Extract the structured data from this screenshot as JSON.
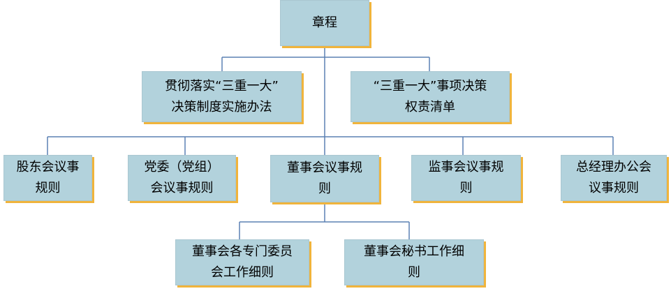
{
  "diagram": {
    "root": {
      "line1": "章程"
    },
    "level1": [
      {
        "line1": "贯彻落实“三重一大”",
        "line2": "决策制度实施办法"
      },
      {
        "line1": "“三重一大”事项决策",
        "line2": "权责清单"
      }
    ],
    "level2": [
      {
        "line1": "股东会议事",
        "line2": "规则"
      },
      {
        "line1": "党委（党组）",
        "line2": "会议事规则"
      },
      {
        "line1": "董事会议事规",
        "line2": "则"
      },
      {
        "line1": "监事会议事规",
        "line2": "则"
      },
      {
        "line1": "总经理办公会",
        "line2": "议事规则"
      }
    ],
    "level3": [
      {
        "line1": "董事会各专门委员",
        "line2": "会工作细则"
      },
      {
        "line1": "董事会秘书工作细",
        "line2": "则"
      }
    ]
  },
  "colors": {
    "box_fill": "#b2d2dc",
    "box_shadow": "#f0b43c",
    "connector": "#5b80b4"
  }
}
